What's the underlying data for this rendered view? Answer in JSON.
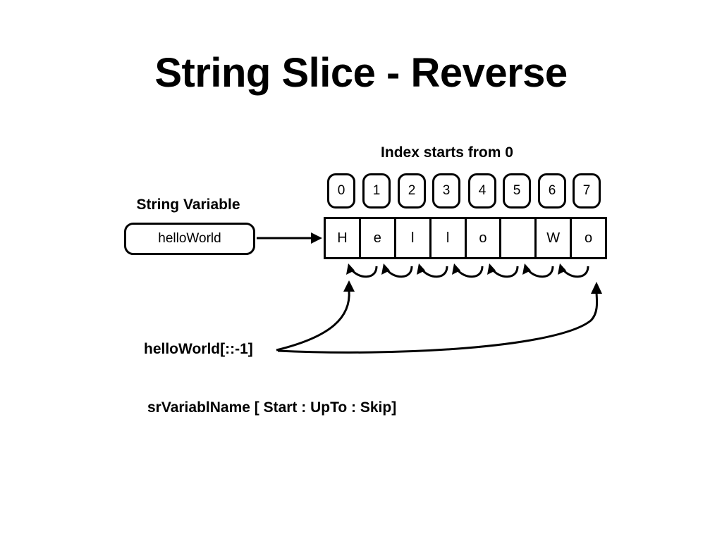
{
  "title": "String Slice - Reverse",
  "index_caption": "Index starts from 0",
  "variable": {
    "caption": "String Variable",
    "name": "helloWorld"
  },
  "indices": [
    "0",
    "1",
    "2",
    "3",
    "4",
    "5",
    "6",
    "7"
  ],
  "characters": [
    "H",
    "e",
    "l",
    "l",
    "o",
    "",
    "W",
    "o"
  ],
  "slice_expression": "helloWorld[::-1]",
  "syntax": "srVariablName [ Start : UpTo : Skip]"
}
